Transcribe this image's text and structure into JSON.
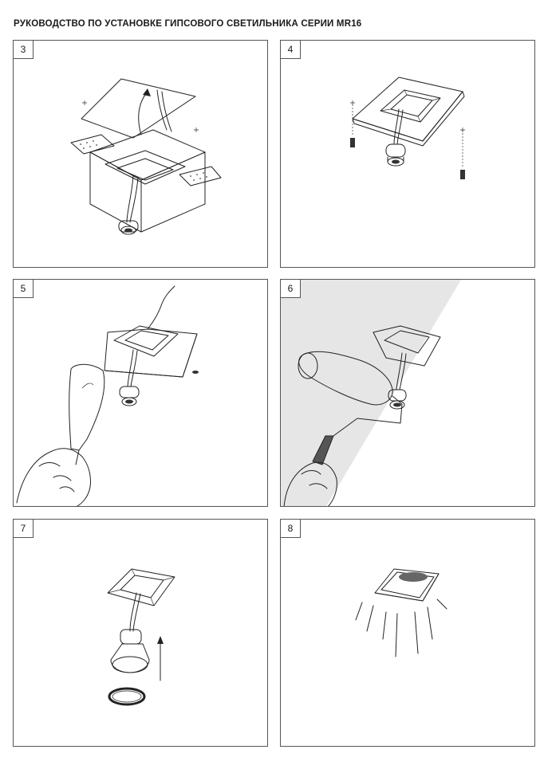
{
  "title": "РУКОВОДСТВО ПО УСТАНОВКЕ ГИПСОВОГО СВЕТИЛЬНИКА СЕРИИ MR16",
  "steps": [
    {
      "number": "3"
    },
    {
      "number": "4"
    },
    {
      "number": "5"
    },
    {
      "number": "6"
    },
    {
      "number": "7"
    },
    {
      "number": "8"
    }
  ]
}
